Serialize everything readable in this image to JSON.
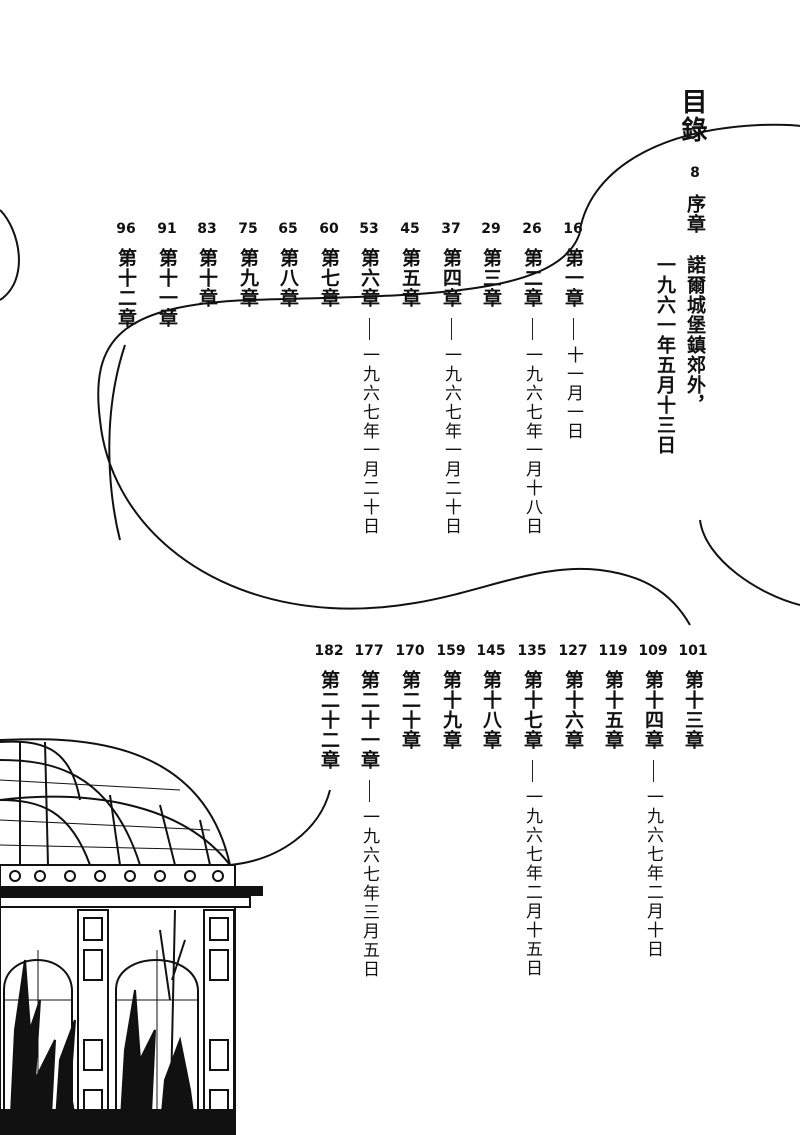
{
  "toc_title": "目錄",
  "prologue": {
    "page": "8",
    "chapter": "序章",
    "subtitle_line1": "諾爾城堡鎮郊外，",
    "subtitle_line2": "一九六一年五月十三日"
  },
  "chapters": [
    {
      "page": "16",
      "title": "第一章",
      "date": "十一月一日"
    },
    {
      "page": "26",
      "title": "第二章",
      "date": "一九六七年一月十八日"
    },
    {
      "page": "29",
      "title": "第三章",
      "date": ""
    },
    {
      "page": "37",
      "title": "第四章",
      "date": "一九六七年一月二十日"
    },
    {
      "page": "45",
      "title": "第五章",
      "date": ""
    },
    {
      "page": "53",
      "title": "第六章",
      "date": "一九六七年一月二十日"
    },
    {
      "page": "60",
      "title": "第七章",
      "date": ""
    },
    {
      "page": "65",
      "title": "第八章",
      "date": ""
    },
    {
      "page": "75",
      "title": "第九章",
      "date": ""
    },
    {
      "page": "83",
      "title": "第十章",
      "date": ""
    },
    {
      "page": "91",
      "title": "第十一章",
      "date": ""
    },
    {
      "page": "96",
      "title": "第十二章",
      "date": ""
    },
    {
      "page": "101",
      "title": "第十三章",
      "date": ""
    },
    {
      "page": "109",
      "title": "第十四章",
      "date": "一九六七年二月十日"
    },
    {
      "page": "119",
      "title": "第十五章",
      "date": ""
    },
    {
      "page": "127",
      "title": "第十六章",
      "date": ""
    },
    {
      "page": "135",
      "title": "第十七章",
      "date": "一九六七年二月十五日"
    },
    {
      "page": "145",
      "title": "第十八章",
      "date": ""
    },
    {
      "page": "159",
      "title": "第十九章",
      "date": ""
    },
    {
      "page": "170",
      "title": "第二十章",
      "date": ""
    },
    {
      "page": "177",
      "title": "第二十一章",
      "date": "一九六七年三月五日"
    },
    {
      "page": "182",
      "title": "第二十二章",
      "date": ""
    }
  ]
}
